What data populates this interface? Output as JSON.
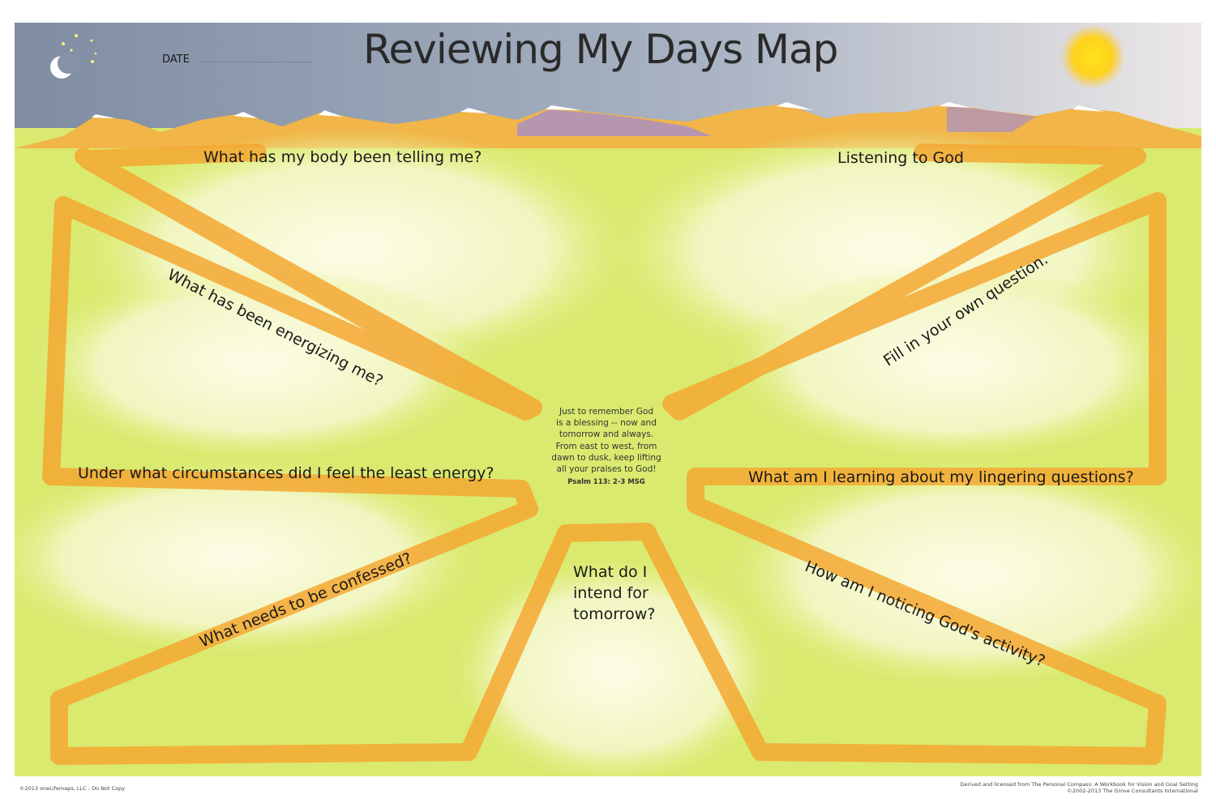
{
  "title": "Reviewing My Days Map",
  "date_label": "DATE",
  "questions": {
    "body": "What has my body been telling me?",
    "energizing": "What has been energizing me?",
    "least_energy": "Under what circumstances did I feel the least energy?",
    "confessed": "What needs to be confessed?",
    "intend": [
      "What do I",
      "intend for",
      "tomorrow?"
    ],
    "listening": "Listening to God",
    "own_question": "Fill in your own question.",
    "lingering": "What am I learning about my lingering questions?",
    "noticing": "How am I noticing God's activity?"
  },
  "psalm": {
    "lines": [
      "Just to remember God",
      "is a blessing -- now and",
      "tomorrow and always.",
      "From east to west, from",
      "dawn to dusk, keep lifting",
      "all your praises to God!"
    ],
    "reference": "Psalm 113: 2-3 MSG"
  },
  "footer": {
    "left": "©2013 oneLifemaps, LLC - Do Not Copy",
    "right_line1": "Derived and licensed from The Personal Compass: A Workbook for Vision and Goal Setting",
    "right_line2": "©2002-2013 The Grove Consultants International"
  },
  "colors": {
    "sky": "#8f9bb0",
    "field": "#d6e86a",
    "path": "#f5a833",
    "sun": "#ffd21f"
  },
  "icons": [
    "moon-icon",
    "stars-icon",
    "sun-icon",
    "mountains"
  ]
}
